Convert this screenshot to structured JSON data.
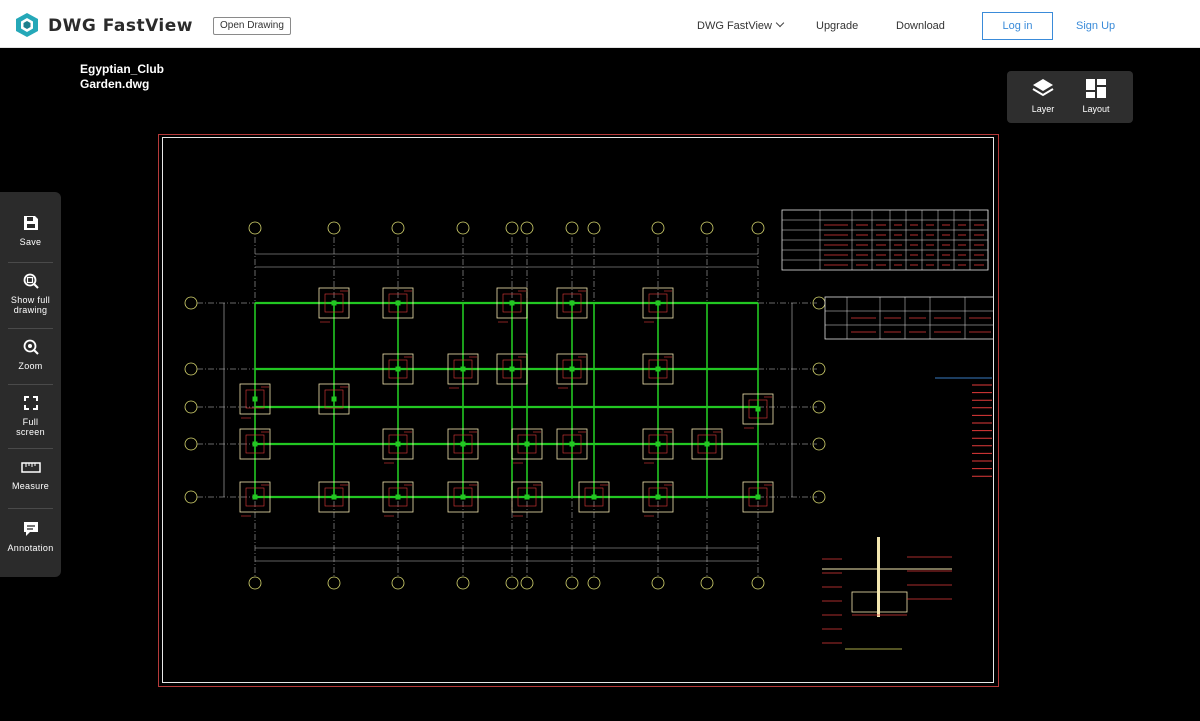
{
  "header": {
    "brand": "DWG FastView",
    "open_drawing": "Open Drawing",
    "nav": {
      "fastview": "DWG FastView",
      "upgrade": "Upgrade",
      "download": "Download"
    },
    "login": "Log in",
    "signup": "Sign Up"
  },
  "document": {
    "filename": "Egyptian_Club Garden.dwg"
  },
  "right_panel": {
    "layer": "Layer",
    "layout": "Layout"
  },
  "toolbar": {
    "save": "Save",
    "show_full": "Show full drawing",
    "zoom": "Zoom",
    "full_screen": "Full screen",
    "measure": "Measure",
    "annotation": "Annotation"
  },
  "colors": {
    "accent": "#3a8bd9",
    "panel": "#2b2b2b",
    "grid": "#ffffff",
    "beam": "#22c722",
    "annotation": "#e23a3a",
    "column": "#f3e7b0"
  },
  "icons": {
    "logo": "dwg-logo-icon",
    "layer": "layers-icon",
    "layout": "layout-icon",
    "save": "save-icon",
    "show_full": "zoom-extents-icon",
    "zoom": "zoom-icon",
    "full_screen": "fullscreen-icon",
    "measure": "ruler-icon",
    "annotation": "comment-icon"
  }
}
